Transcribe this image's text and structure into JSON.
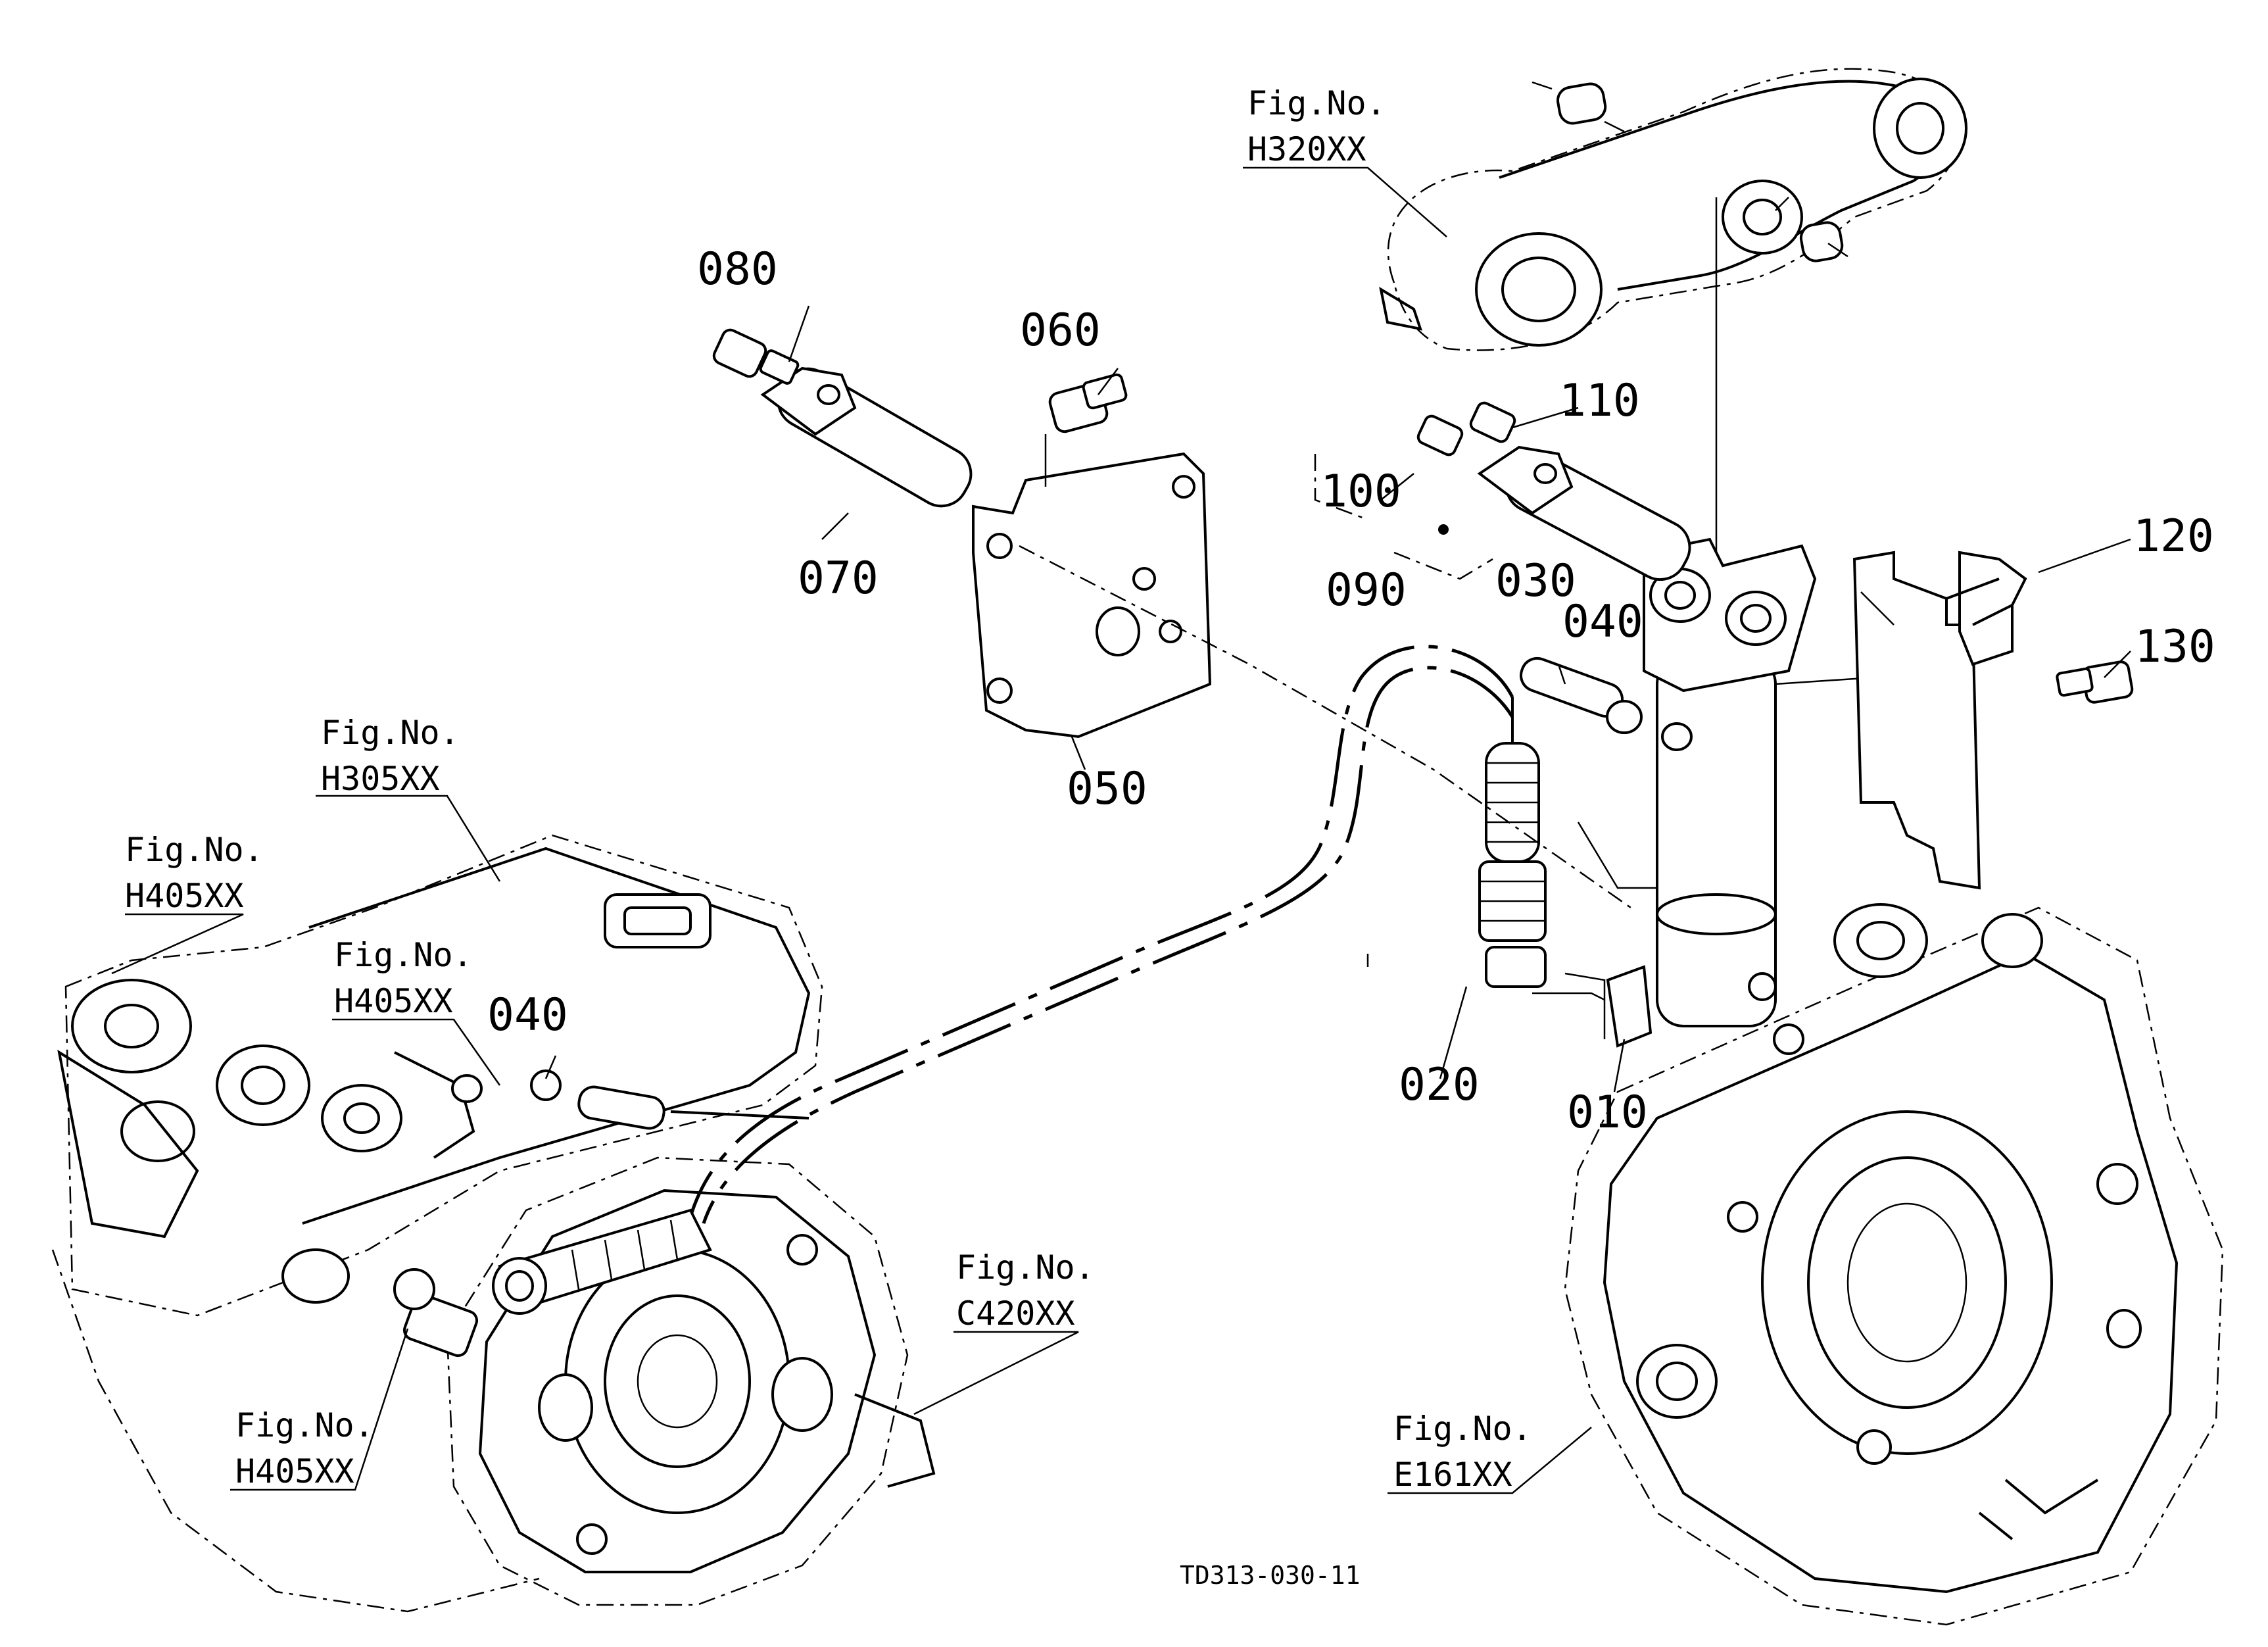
{
  "diagram": {
    "code": "TD313-030-11",
    "part_labels": {
      "p010": "010",
      "p020": "020",
      "p030": "030",
      "p040a": "040",
      "p040b": "040",
      "p050": "050",
      "p060": "060",
      "p070": "070",
      "p080": "080",
      "p090": "090",
      "p100": "100",
      "p110": "110",
      "p120": "120",
      "p130": "130"
    },
    "fig_refs": {
      "h320": {
        "title": "Fig.No.",
        "code": "H320XX"
      },
      "h305": {
        "title": "Fig.No.",
        "code": "H305XX"
      },
      "h405a": {
        "title": "Fig.No.",
        "code": "H405XX"
      },
      "h405b": {
        "title": "Fig.No.",
        "code": "H405XX"
      },
      "h405c": {
        "title": "Fig.No.",
        "code": "H405XX"
      },
      "c420": {
        "title": "Fig.No.",
        "code": "C420XX"
      },
      "e161": {
        "title": "Fig.No.",
        "code": "E161XX"
      }
    }
  }
}
